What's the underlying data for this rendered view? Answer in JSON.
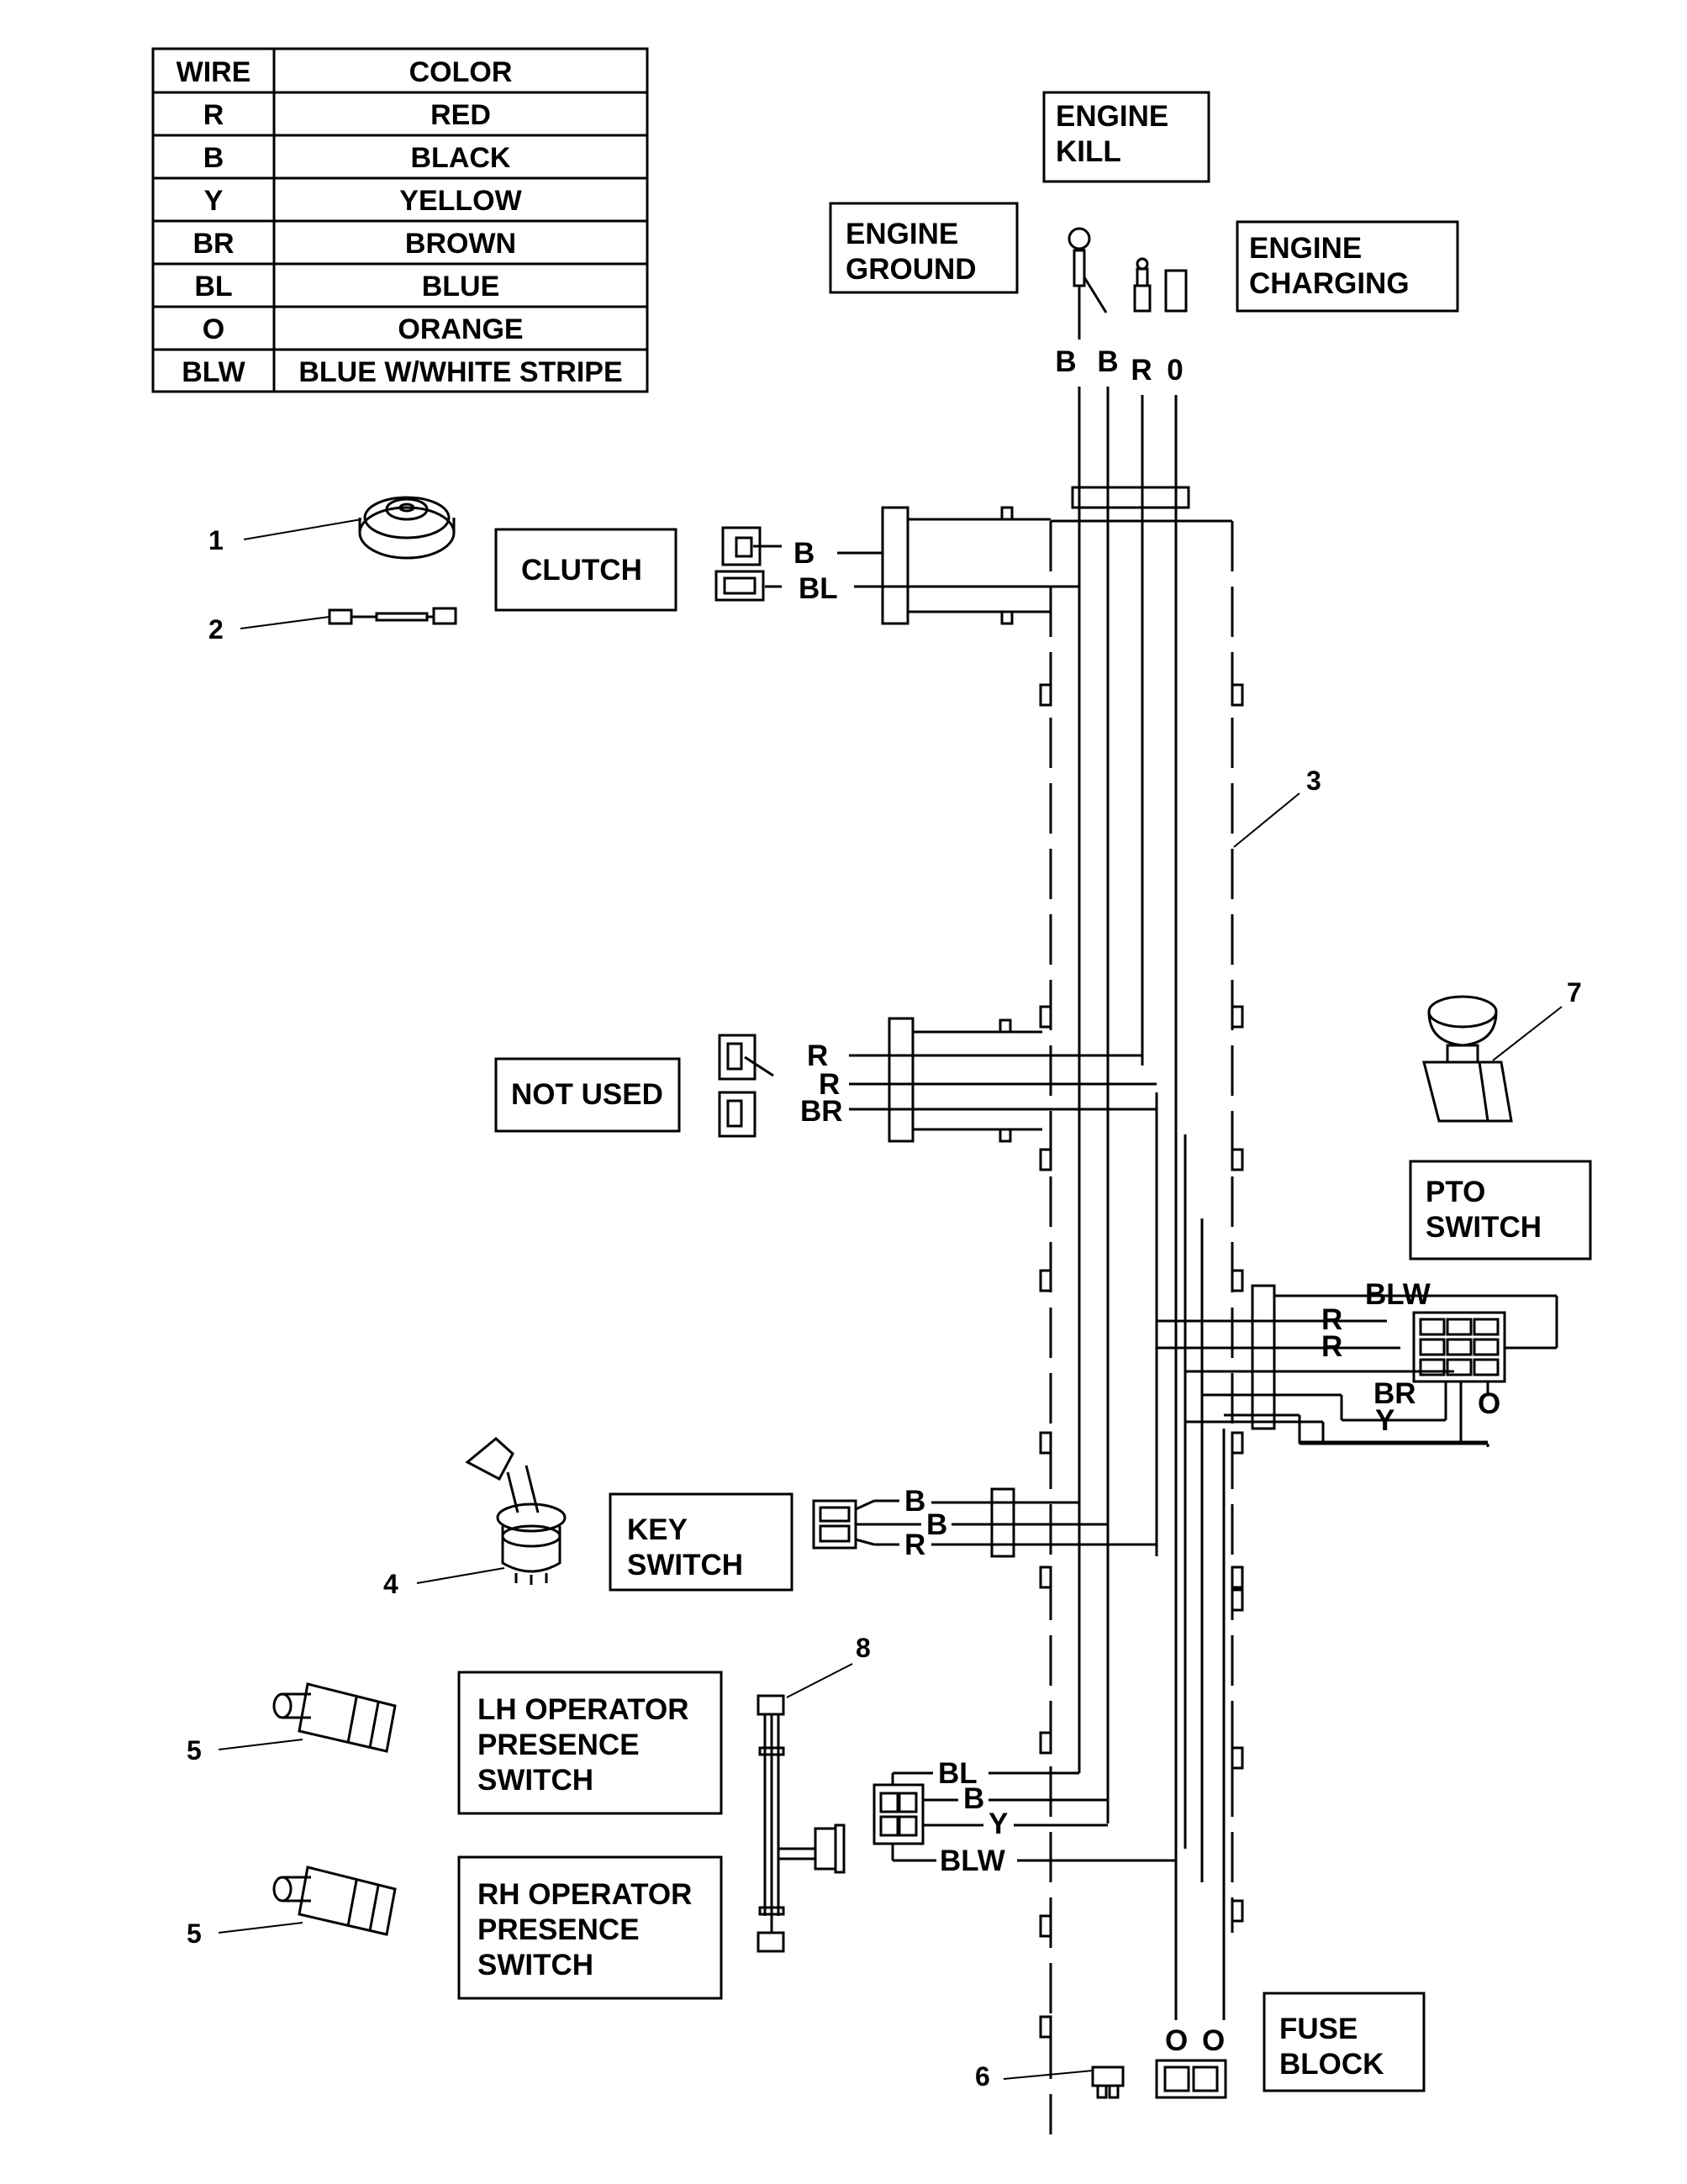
{
  "table": {
    "header": {
      "wire": "WIRE",
      "color": "COLOR"
    },
    "rows": [
      {
        "wire": "R",
        "color": "RED"
      },
      {
        "wire": "B",
        "color": "BLACK"
      },
      {
        "wire": "Y",
        "color": "YELLOW"
      },
      {
        "wire": "BR",
        "color": "BROWN"
      },
      {
        "wire": "BL",
        "color": "BLUE"
      },
      {
        "wire": "O",
        "color": "ORANGE"
      },
      {
        "wire": "BLW",
        "color": "BLUE W/WHITE STRIPE"
      }
    ]
  },
  "labels": {
    "engine_kill": [
      "ENGINE",
      "KILL"
    ],
    "engine_ground": [
      "ENGINE",
      "GROUND"
    ],
    "engine_charging": [
      "ENGINE",
      "CHARGING"
    ],
    "clutch": "CLUTCH",
    "not_used": "NOT USED",
    "pto_switch": [
      "PTO",
      "SWITCH"
    ],
    "key_switch": [
      "KEY",
      "SWITCH"
    ],
    "lh_operator": [
      "LH OPERATOR",
      "PRESENCE",
      "SWITCH"
    ],
    "rh_operator": [
      "RH OPERATOR",
      "PRESENCE",
      "SWITCH"
    ],
    "fuse_block": [
      "FUSE",
      "BLOCK"
    ]
  },
  "callouts": {
    "n1": "1",
    "n2": "2",
    "n3": "3",
    "n4": "4",
    "n5a": "5",
    "n5b": "5",
    "n6": "6",
    "n7": "7",
    "n8": "8"
  },
  "wires": {
    "top": {
      "b1": "B",
      "b2": "B",
      "r": "R",
      "o": "0"
    },
    "clutch": {
      "b": "B",
      "bl": "BL"
    },
    "not_used": {
      "r1": "R",
      "r2": "R",
      "br": "BR"
    },
    "pto": {
      "blw": "BLW",
      "r1": "R",
      "r2": "R",
      "br": "BR",
      "y": "Y",
      "o": "O"
    },
    "key": {
      "b1": "B",
      "b2": "B",
      "r": "R"
    },
    "seat": {
      "bl": "BL",
      "b": "B",
      "y": "Y",
      "blw": "BLW"
    },
    "fuse": {
      "o1": "O",
      "o2": "O"
    }
  }
}
